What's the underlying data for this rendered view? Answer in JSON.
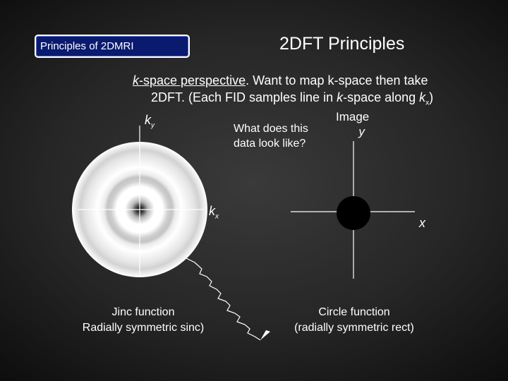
{
  "header": {
    "badge_text": "Principles of 2DMRI",
    "title": "2DFT Principles"
  },
  "description": {
    "line1_emph": "k",
    "line1_underlined": "-space perspective",
    "line1_rest": ". Want to map k-space then take",
    "line2_pre": "2DFT.  (Each FID samples line in ",
    "line2_emph": "k",
    "line2_mid": "-space along ",
    "line2_k": "k",
    "line2_sub": "x",
    "line2_end": ")"
  },
  "kspace_panel": {
    "ky_main": "k",
    "ky_sub": "y",
    "kx_main": "k",
    "kx_sub": "x",
    "caption_line1": "Jinc function",
    "caption_line2": "Radially symmetric sinc)"
  },
  "question": {
    "line1": "What does this",
    "line2": "data look like?"
  },
  "image_panel": {
    "title_line1": "Image",
    "y_label": "y",
    "x_label": "x",
    "caption_line1": "Circle function",
    "caption_line2": "(radially symmetric rect)"
  },
  "colors": {
    "badge_fill": "#0a1a6e",
    "text": "#ffffff",
    "axes": "#ffffff",
    "disc": "#000000"
  }
}
